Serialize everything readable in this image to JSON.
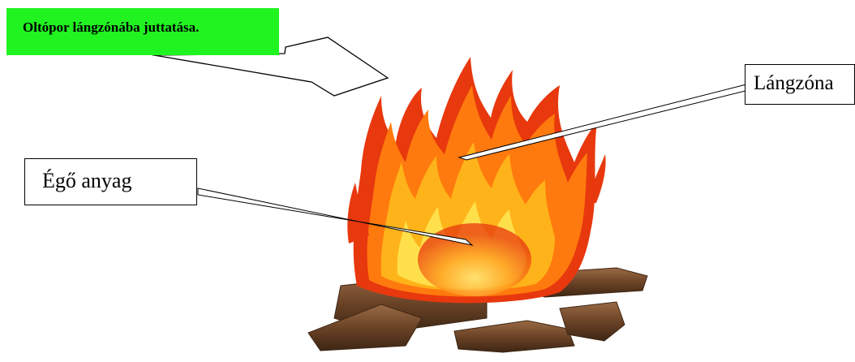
{
  "labels": {
    "extinguisher": "Oltópor lángzónába juttatása.",
    "flame_zone": "Lángzóna",
    "burning_material": "Égő anyag"
  },
  "colors": {
    "callout_fill": "#21f321",
    "flame_outer": "#e8380d",
    "flame_mid": "#ff7a0e",
    "flame_inner": "#ffd21a",
    "log": "#6b4326"
  },
  "icons": [
    "arrow-icon",
    "campfire-icon"
  ]
}
